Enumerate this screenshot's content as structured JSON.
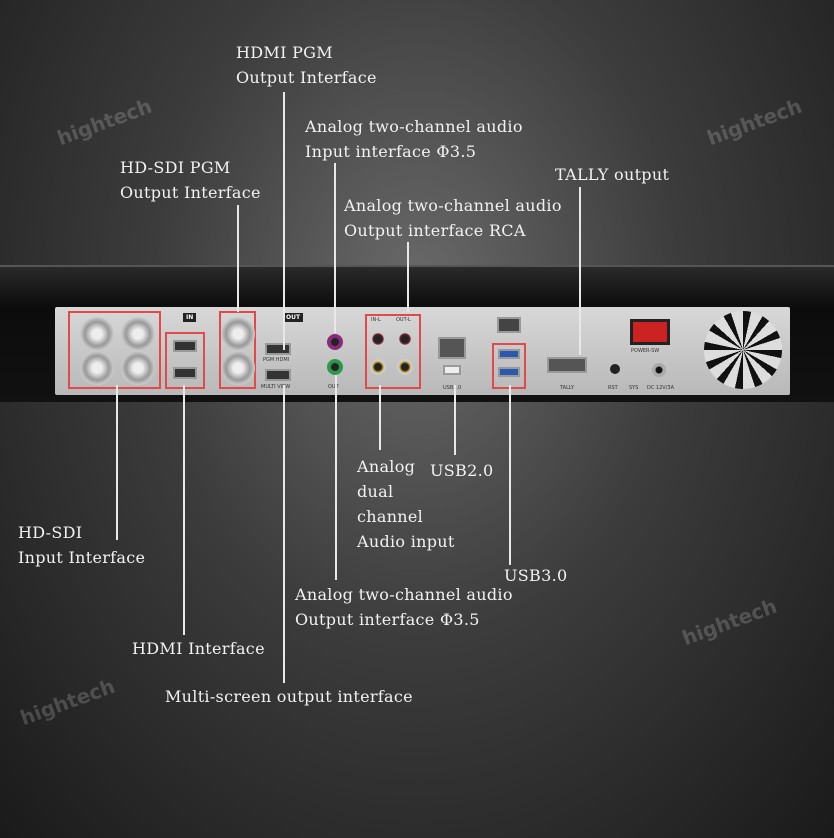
{
  "watermark": "hightech",
  "labels": {
    "hdmi_pgm": "HDMI PGM\nOutput Interface",
    "analog_in_35": "Analog two-channel audio\nInput interface Φ3.5",
    "hdsdi_pgm": "HD-SDI PGM\nOutput Interface",
    "analog_out_rca": "Analog two-channel audio\nOutput interface RCA",
    "tally": "TALLY output",
    "analog_dual_in": "Analog\ndual\nchannel\nAudio input",
    "usb2": "USB2.0",
    "hdsdi_in": "HD-SDI\nInput Interface",
    "usb3": "USB3.0",
    "analog_out_35": "Analog two-channel audio\nOutput interface Φ3.5",
    "hdmi": "HDMI Interface",
    "multiscreen": "Multi-screen output interface"
  },
  "panel": {
    "in": "IN",
    "out": "OUT",
    "pgm_hdmi": "PGM HDMI",
    "multi_view": "MULTI VIEW",
    "out_jack": "OUT",
    "in_l": "IN-L",
    "out_l": "OUT-L",
    "usb2": "USB2.0",
    "tally": "TALLY",
    "rst": "RST",
    "sys": "SYS",
    "dc": "DC 12V/3A",
    "power": "POWER-SW"
  }
}
